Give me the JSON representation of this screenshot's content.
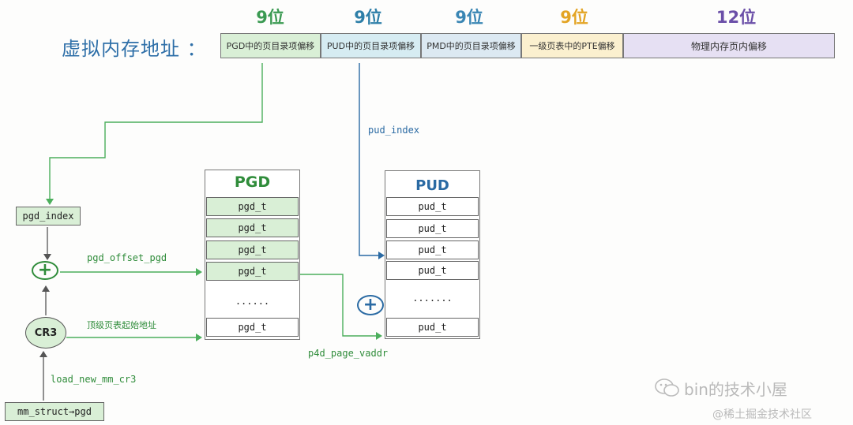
{
  "title": "虚拟内存地址 ：",
  "segments": [
    {
      "bits": "9位",
      "bits_color": "#3b9a52",
      "label": "PGD中的页目录项偏移",
      "fill": "#d9efd6"
    },
    {
      "bits": "9位",
      "bits_color": "#2e7fa8",
      "label": "PUD中的页目录项偏移",
      "fill": "#d6ecf2"
    },
    {
      "bits": "9位",
      "bits_color": "#3a86b4",
      "label": "PMD中的页目录项偏移",
      "fill": "#dce9f2"
    },
    {
      "bits": "9位",
      "bits_color": "#e3a424",
      "label": "一级页表中的PTE偏移",
      "fill": "#fbf0cf"
    },
    {
      "bits": "12位",
      "bits_color": "#6b4fa8",
      "label": "物理内存页内偏移",
      "fill": "#e6e0f3"
    }
  ],
  "pgd_table": {
    "header": "PGD",
    "cells": [
      "pgd_t",
      "pgd_t",
      "pgd_t",
      "pgd_t",
      "......",
      "pgd_t"
    ]
  },
  "pud_table": {
    "header": "PUD",
    "cells": [
      "pud_t",
      "pud_t",
      "pud_t",
      "pud_t",
      ".......",
      "pud_t"
    ]
  },
  "nodes": {
    "pgd_index": "pgd_index",
    "cr3": "CR3",
    "mm_struct": "mm_struct→pgd",
    "plus": "+"
  },
  "edge_labels": {
    "pud_index": "pud_index",
    "pgd_offset": "pgd_offset_pgd",
    "top_table_base": "顶级页表起始地址",
    "load_cr3": "load_new_mm_cr3",
    "p4d_page_vaddr": "p4d_page_vaddr"
  },
  "watermark": {
    "brand": "bin的技术小屋",
    "site": "@稀土掘金技术社区"
  },
  "colors": {
    "green_line": "#4caf5c",
    "blue_line": "#2a6aa3",
    "gray_line": "#555555"
  }
}
